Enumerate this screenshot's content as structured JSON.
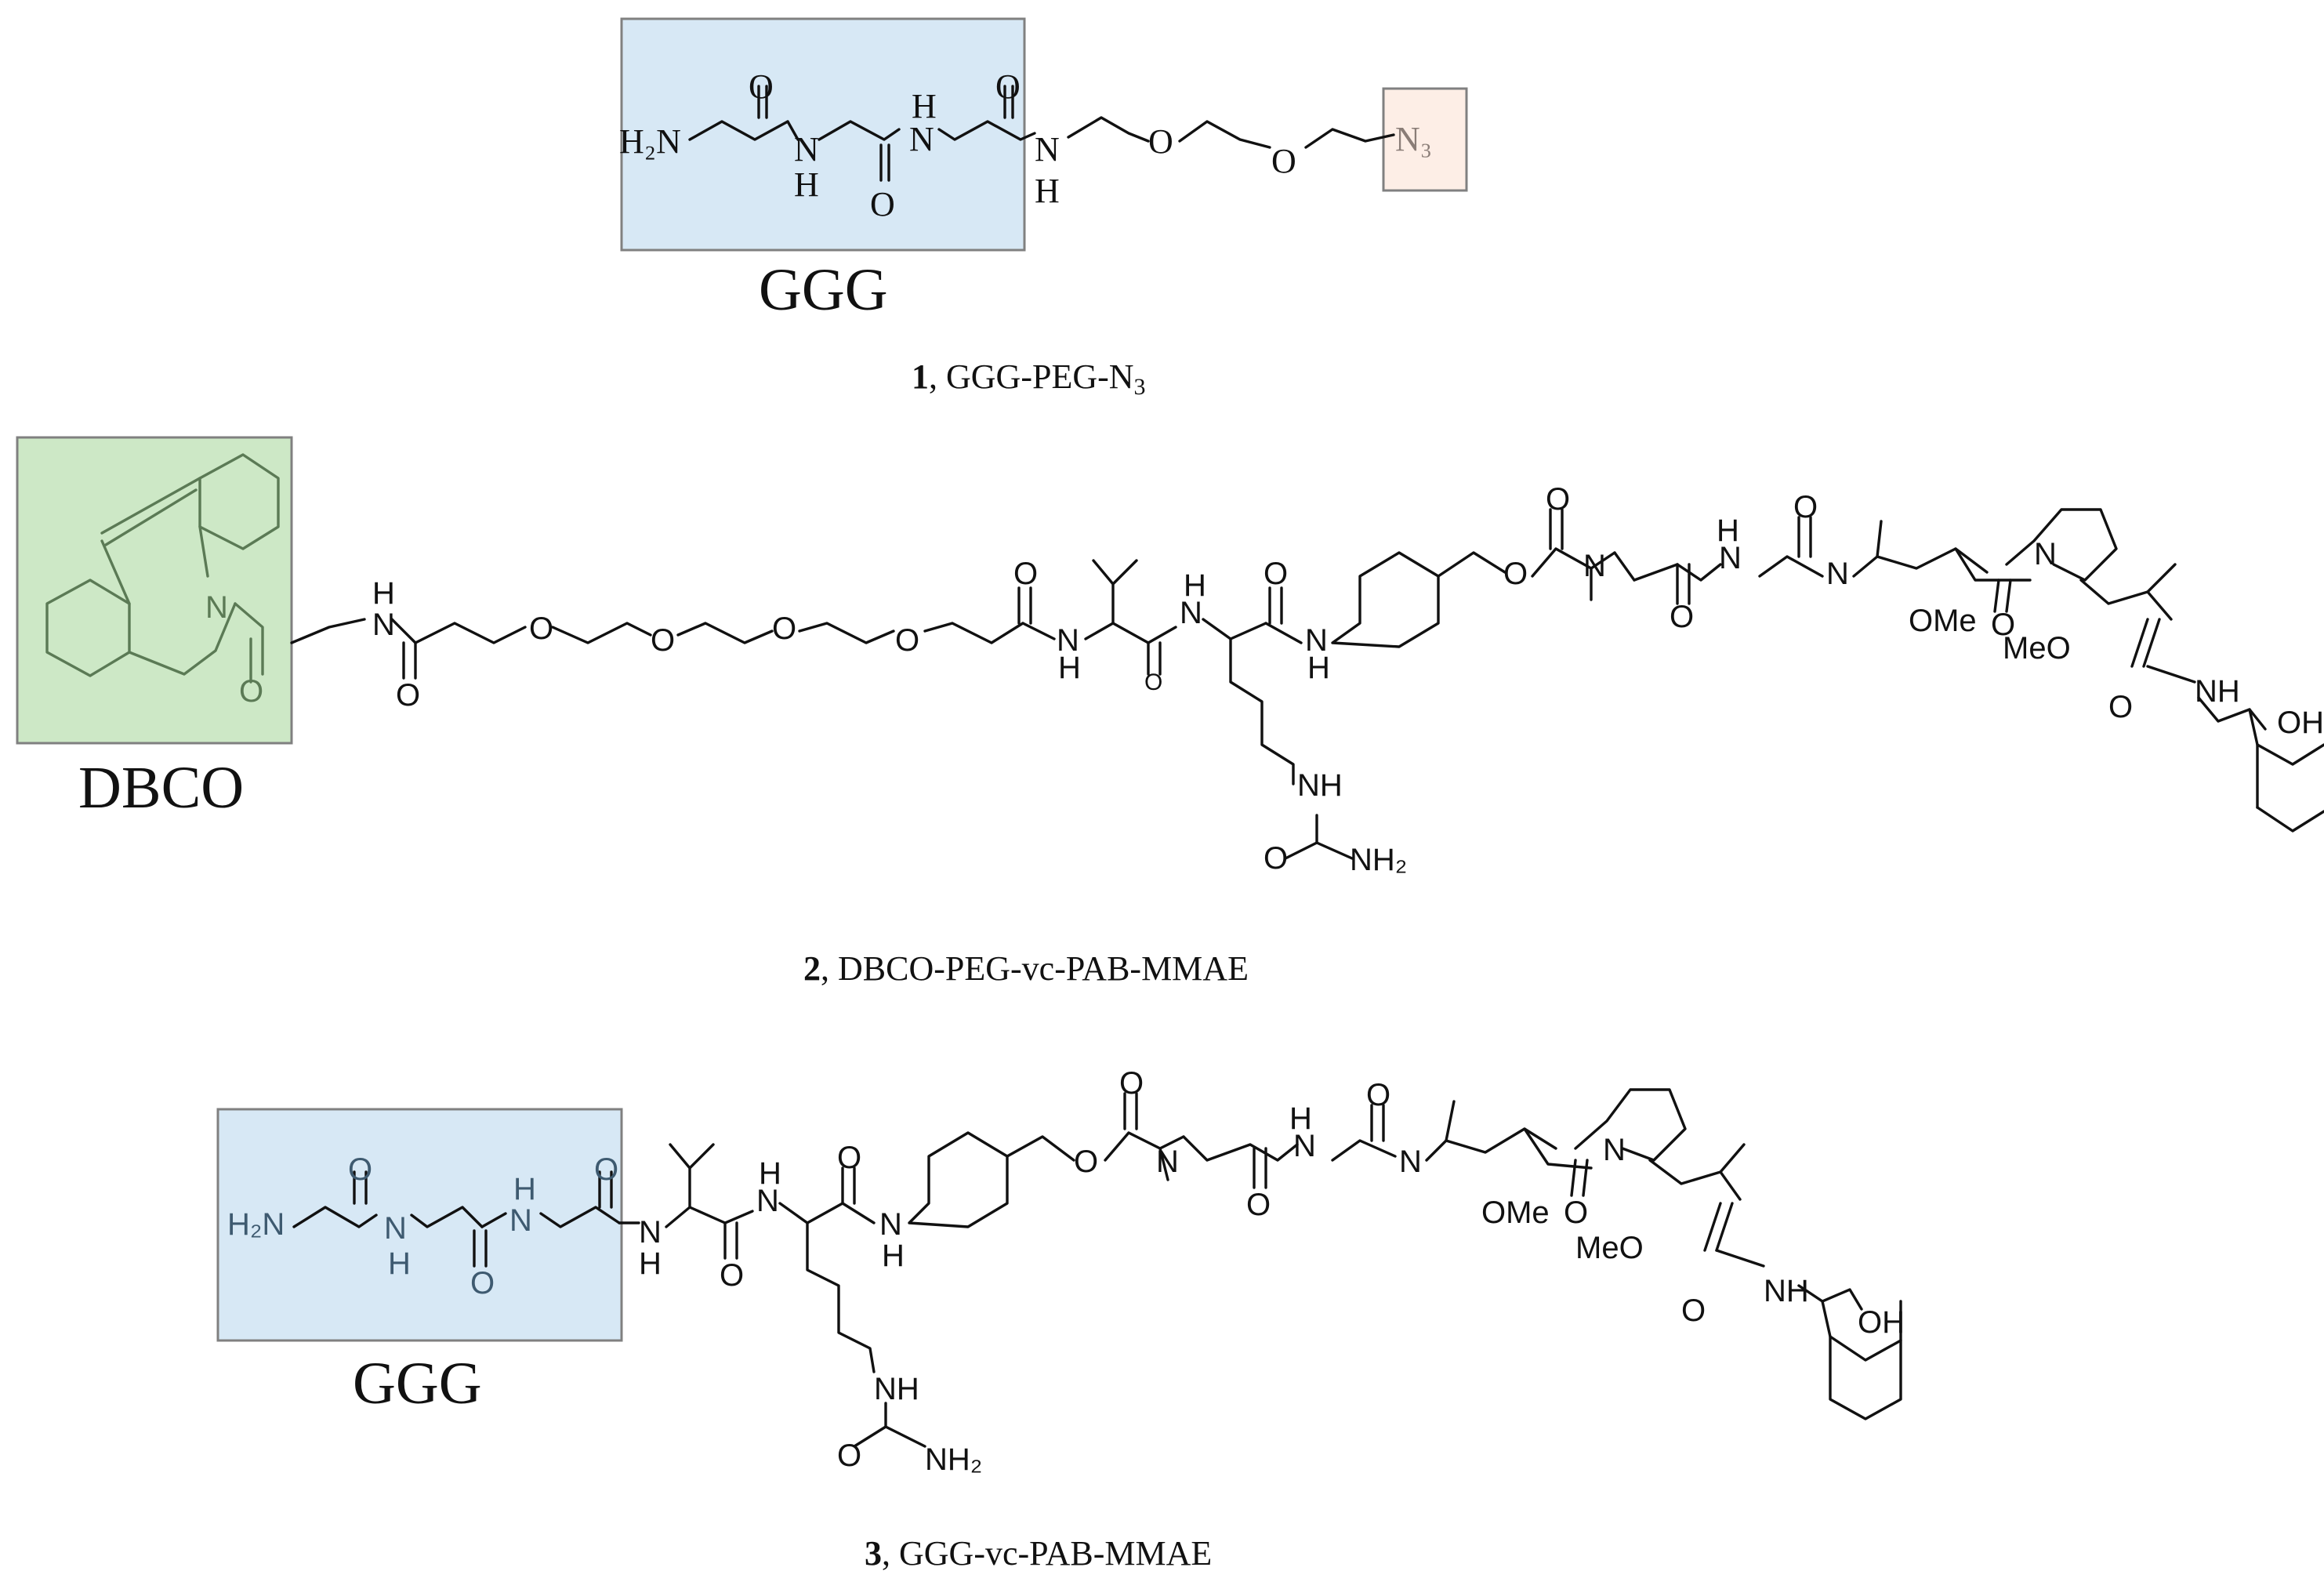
{
  "colors": {
    "ggg_box_fill": "#d7e8f5",
    "ggg_box_stroke": "#808080",
    "n3_box_fill": "#fdeee6",
    "dbco_box_fill": "#cde8c6",
    "bond": "#111111"
  },
  "compound1": {
    "box_label": "GGG",
    "caption_number": "1",
    "caption_name": "GGG-PEG-N",
    "caption_subscript": "3",
    "atoms": {
      "h2n": "H₂N",
      "o1": "O",
      "nh1_n": "N",
      "nh1_h": "H",
      "o2": "O",
      "nh2_h": "H",
      "nh2_n": "N",
      "o3": "O",
      "nh3_n": "N",
      "nh3_h": "H",
      "peg_o1": "O",
      "peg_o2": "O",
      "n3": "N₃"
    }
  },
  "compound2": {
    "box_label": "DBCO",
    "caption_number": "2",
    "caption_name": ", DBCO-PEG-vc-PAB-MMAE",
    "atoms": {
      "dbco_n": "N",
      "dbco_o": "O",
      "amide_n": "N",
      "amide_h": "H",
      "amide_o": "O",
      "peg_o1": "O",
      "peg_o2": "O",
      "peg_o3": "O",
      "peg_o4": "O",
      "peg_co_o": "O",
      "val_nh": "N",
      "val_nh_h": "H",
      "val_o": "O",
      "cit_nh_h": "H",
      "cit_n": "N",
      "cit_o": "O",
      "pab_n": "N",
      "pab_h": "H",
      "urea_nh": "NH",
      "urea_o": "O",
      "urea_nh2": "NH₂",
      "carb_o_top": "O",
      "carb_o": "O",
      "mval_n": "N",
      "mval_o": "O",
      "val2_nh": "N",
      "val2_h": "H",
      "val2_o": "O",
      "dil_n": "N",
      "ome1": "OMe",
      "dap_o": "O",
      "pro_n": "N",
      "meo": "MeO",
      "amide2_o": "O",
      "nh_end": "NH",
      "oh": "OH"
    }
  },
  "compound3": {
    "box_label": "GGG",
    "caption_number": "3",
    "caption_name": ", GGG-vc-PAB-MMAE",
    "atoms": {
      "h2n": "H₂N",
      "o1": "O",
      "nh1_n": "N",
      "nh1_h": "H",
      "o2": "O",
      "nh2_h": "H",
      "nh2_n": "N",
      "o3": "O",
      "val_n": "N",
      "val_h": "H",
      "val_o": "O",
      "cit_h": "H",
      "cit_n": "N",
      "cit_o": "O",
      "pab_n": "N",
      "pab_h": "H",
      "urea_nh": "NH",
      "urea_o": "O",
      "urea_nh2": "NH₂",
      "carb_o_top": "O",
      "carb_o": "O",
      "mval_n": "N",
      "mval_o": "O",
      "val2_nh": "N",
      "val2_h": "H",
      "val2_o": "O",
      "dil_n": "N",
      "ome1": "OMe",
      "dap_o": "O",
      "pro_n": "N",
      "meo": "MeO",
      "amide2_o": "O",
      "nh_end": "NH",
      "oh": "OH"
    }
  }
}
